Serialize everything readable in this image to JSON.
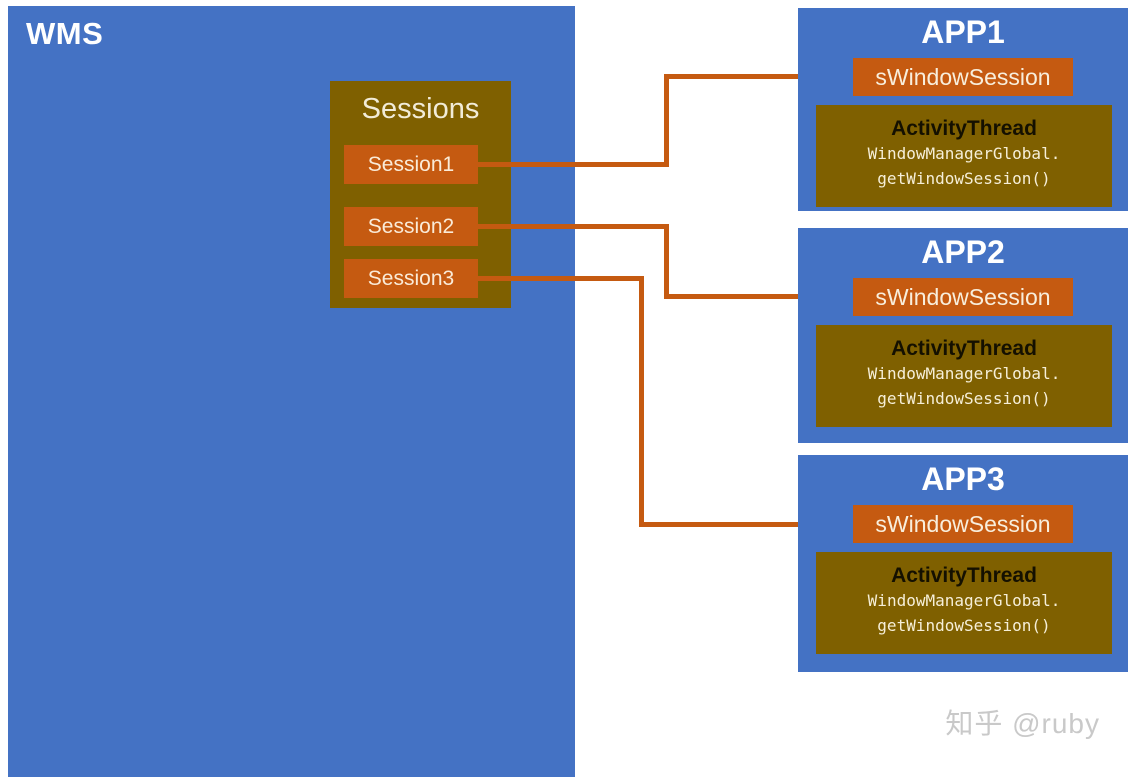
{
  "wms": {
    "title": "WMS"
  },
  "sessions_panel": {
    "title": "Sessions",
    "items": [
      {
        "label": "Session1"
      },
      {
        "label": "Session2"
      },
      {
        "label": "Session3"
      }
    ]
  },
  "apps": [
    {
      "title": "APP1",
      "session_ref": "sWindowSession",
      "thread": {
        "title": "ActivityThread",
        "code_line1": "WindowManagerGlobal.",
        "code_line2": "getWindowSession()"
      }
    },
    {
      "title": "APP2",
      "session_ref": "sWindowSession",
      "thread": {
        "title": "ActivityThread",
        "code_line1": "WindowManagerGlobal.",
        "code_line2": "getWindowSession()"
      }
    },
    {
      "title": "APP3",
      "session_ref": "sWindowSession",
      "thread": {
        "title": "ActivityThread",
        "code_line1": "WindowManagerGlobal.",
        "code_line2": "getWindowSession()"
      }
    }
  ],
  "watermark": "知乎 @ruby",
  "colors": {
    "box_blue": "#4472C4",
    "panel_olive": "#7F6000",
    "accent_orange": "#C55A11",
    "connector_orange": "#C55A11",
    "cream_text": "#F2ECD8",
    "title_white": "#FFFFFF",
    "thread_title_black": "#141000",
    "watermark_gray": "#C9C9C9"
  }
}
